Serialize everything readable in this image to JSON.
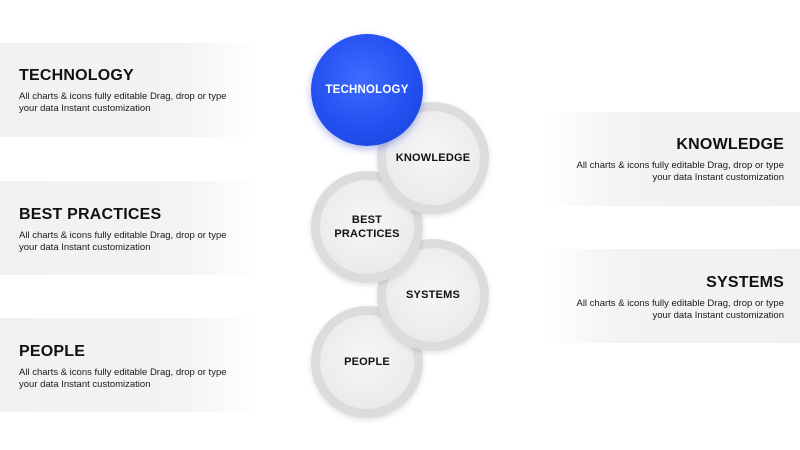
{
  "left_items": [
    {
      "title": "TECHNOLOGY",
      "description": "All charts & icons fully editable Drag, drop or type your data Instant customization"
    },
    {
      "title": "BEST PRACTICES",
      "description": "All charts & icons fully editable Drag, drop or type your data Instant customization"
    },
    {
      "title": "PEOPLE",
      "description": "All charts & icons fully editable Drag, drop or type your data Instant customization"
    }
  ],
  "right_items": [
    {
      "title": "KNOWLEDGE",
      "description": "All charts & icons fully editable Drag, drop or type your data Instant customization"
    },
    {
      "title": "SYSTEMS",
      "description": "All charts & icons fully editable Drag, drop or type your data Instant customization"
    }
  ],
  "circles": [
    {
      "label": "TECHNOLOGY",
      "color": "#2350f0"
    },
    {
      "label": "KNOWLEDGE"
    },
    {
      "label": "BEST PRACTICES"
    },
    {
      "label": "SYSTEMS"
    },
    {
      "label": "PEOPLE"
    }
  ]
}
